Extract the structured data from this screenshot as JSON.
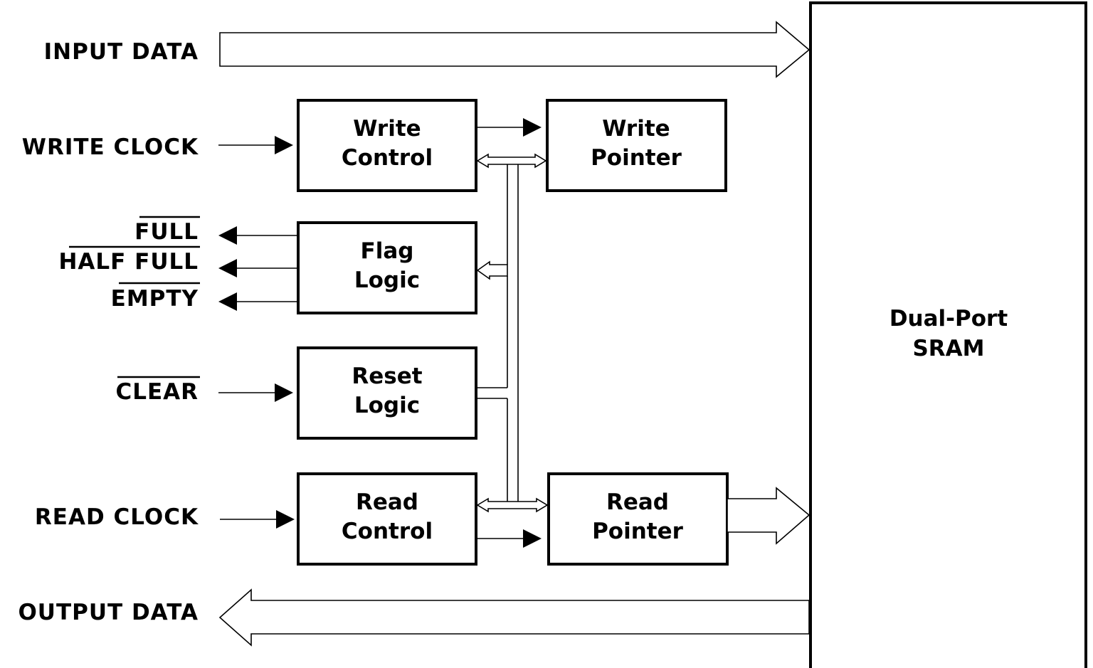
{
  "signals": {
    "input_data": "INPUT DATA",
    "write_clock": "WRITE CLOCK",
    "full": "FULL",
    "half_full": "HALF FULL",
    "empty": "EMPTY",
    "clear": "CLEAR",
    "read_clock": "READ CLOCK",
    "output_data": "OUTPUT DATA"
  },
  "blocks": {
    "write_control": [
      "Write",
      "Control"
    ],
    "write_pointer": [
      "Write",
      "Pointer"
    ],
    "flag_logic": [
      "Flag",
      "Logic"
    ],
    "reset_logic": [
      "Reset",
      "Logic"
    ],
    "read_control": [
      "Read",
      "Control"
    ],
    "read_pointer": [
      "Read",
      "Pointer"
    ],
    "sram": [
      "Dual-Port",
      "SRAM"
    ]
  }
}
